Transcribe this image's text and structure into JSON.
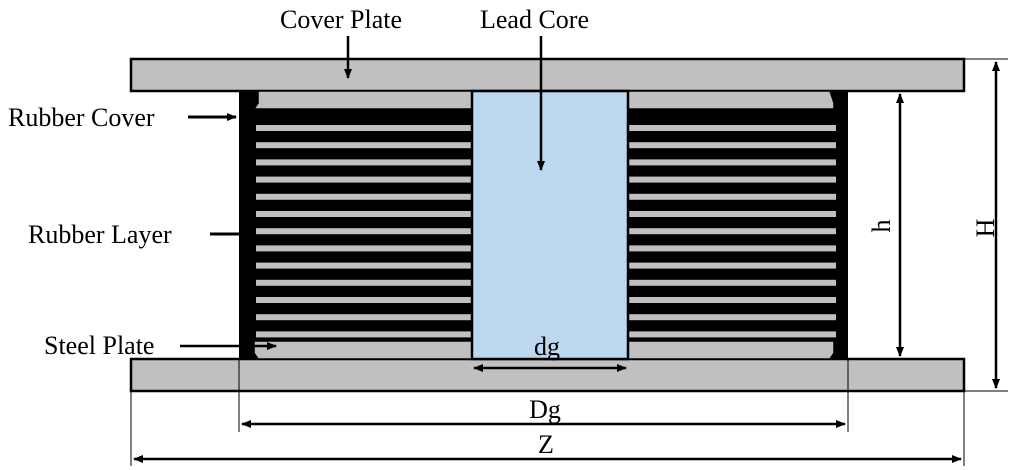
{
  "labels": {
    "cover_plate": "Cover Plate",
    "lead_core": "Lead Core",
    "rubber_cover": "Rubber Cover",
    "rubber_layer": "Rubber Layer",
    "steel_plate": "Steel Plate"
  },
  "dimensions": {
    "h": "h",
    "H": "H",
    "dg": "dg",
    "Dg": "Dg",
    "Z": "Z"
  },
  "colors": {
    "plate_gray": "#c0c0c0",
    "rubber_black": "#000000",
    "lead_blue": "#bdd7ee",
    "outline": "#000000"
  }
}
